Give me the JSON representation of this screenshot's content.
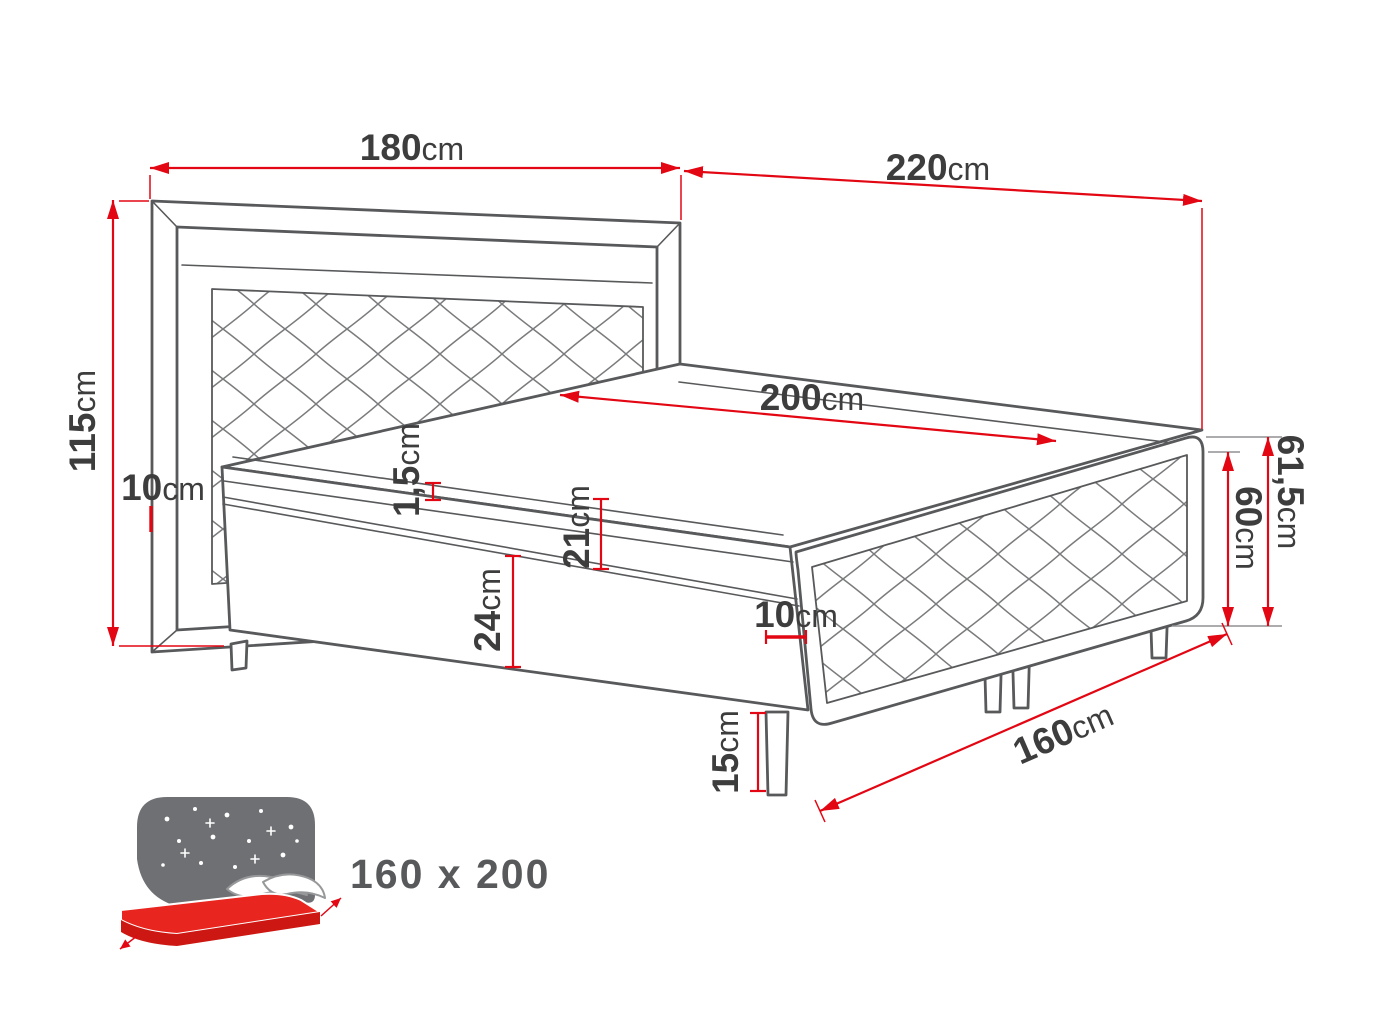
{
  "diagram": {
    "colors": {
      "dimension": "#e30613",
      "line": "#58595b",
      "text": "#3d3d3d"
    },
    "labels": {
      "headboard_width": {
        "value": "180",
        "unit": "cm"
      },
      "total_depth": {
        "value": "220",
        "unit": "cm"
      },
      "headboard_height": {
        "value": "115",
        "unit": "cm"
      },
      "headboard_thickness": {
        "value": "10",
        "unit": "cm"
      },
      "mattress_length": {
        "value": "200",
        "unit": "cm"
      },
      "topper_thickness": {
        "value": "1,5",
        "unit": "cm"
      },
      "mattress_thickness": {
        "value": "21",
        "unit": "cm"
      },
      "base_height": {
        "value": "24",
        "unit": "cm"
      },
      "frame_edge": {
        "value": "10",
        "unit": "cm"
      },
      "base_side_height": {
        "value": "60",
        "unit": "cm"
      },
      "base_side_total": {
        "value": "61,5",
        "unit": "cm"
      },
      "leg_height": {
        "value": "15",
        "unit": "cm"
      },
      "mattress_width": {
        "value": "160",
        "unit": "cm"
      },
      "size_label": "160 x 200"
    }
  }
}
